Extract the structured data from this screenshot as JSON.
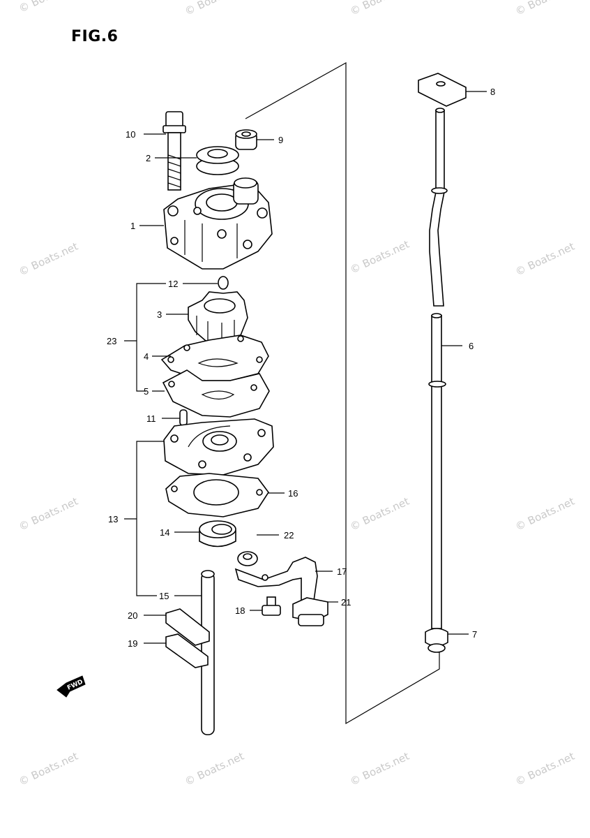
{
  "figure": {
    "title": "FIG.6"
  },
  "watermark": {
    "text": "© Boats.net"
  },
  "fwd_marker": {
    "text": "FWD"
  },
  "parts": [
    {
      "num": "1"
    },
    {
      "num": "2"
    },
    {
      "num": "3"
    },
    {
      "num": "4"
    },
    {
      "num": "5"
    },
    {
      "num": "6"
    },
    {
      "num": "7"
    },
    {
      "num": "8"
    },
    {
      "num": "9"
    },
    {
      "num": "10"
    },
    {
      "num": "11"
    },
    {
      "num": "12"
    },
    {
      "num": "13"
    },
    {
      "num": "14"
    },
    {
      "num": "15"
    },
    {
      "num": "16"
    },
    {
      "num": "17"
    },
    {
      "num": "18"
    },
    {
      "num": "19"
    },
    {
      "num": "20"
    },
    {
      "num": "21"
    },
    {
      "num": "22"
    },
    {
      "num": "23"
    }
  ]
}
